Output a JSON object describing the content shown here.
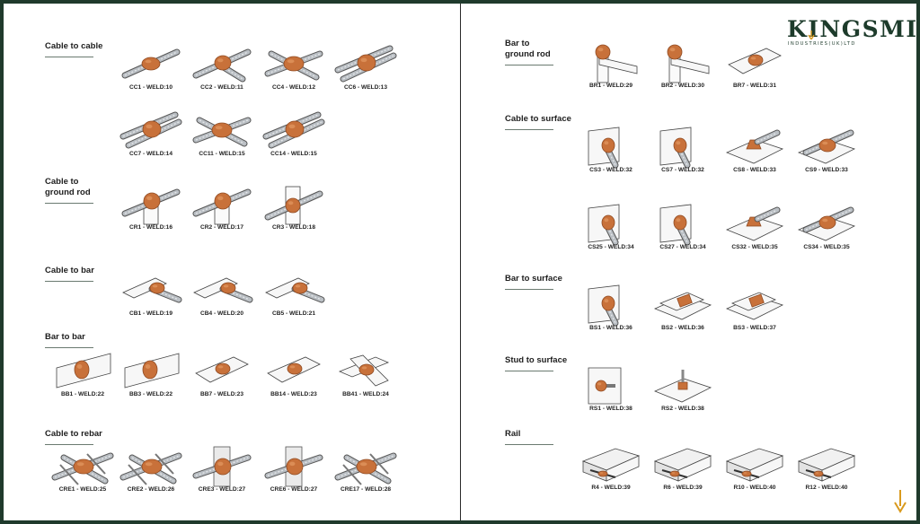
{
  "brand": {
    "name": "KINGSMILL",
    "subtitle": "INDUSTRIES(UK)LTD"
  },
  "colors": {
    "copper": "#c8713a",
    "copper_dark": "#8f4a22",
    "steel": "#b9bec3",
    "frame": "#1f3a2c"
  },
  "sections": [
    {
      "key": "cc",
      "title": "Cable to cable",
      "items": [
        {
          "type": "cable-x",
          "code": "CC1 - WELD:10"
        },
        {
          "type": "cable-t",
          "code": "CC2 - WELD:11"
        },
        {
          "type": "cable-cross",
          "code": "CC4 - WELD:12"
        },
        {
          "type": "cable-par",
          "code": "CC6 - WELD:13"
        },
        {
          "type": "cable-par",
          "code": "CC7 - WELD:14"
        },
        {
          "type": "cable-cross",
          "code": "CC11 - WELD:15"
        },
        {
          "type": "cable-par",
          "code": "CC14 - WELD:15"
        }
      ]
    },
    {
      "key": "cr",
      "title": "Cable to ground rod",
      "items": [
        {
          "type": "rod",
          "code": "CR1 - WELD:16"
        },
        {
          "type": "rod",
          "code": "CR2 - WELD:17"
        },
        {
          "type": "rod-tall",
          "code": "CR3 - WELD:18"
        }
      ]
    },
    {
      "key": "cb",
      "title": "Cable to bar",
      "items": [
        {
          "type": "bar-cable",
          "code": "CB1 - WELD:19"
        },
        {
          "type": "bar-cable",
          "code": "CB4 - WELD:20"
        },
        {
          "type": "bar-cable",
          "code": "CB5 - WELD:21"
        }
      ]
    },
    {
      "key": "bb",
      "title": "Bar to bar",
      "items": [
        {
          "type": "bar-vert",
          "code": "BB1 - WELD:22"
        },
        {
          "type": "bar-vert",
          "code": "BB3 - WELD:22"
        },
        {
          "type": "bar-flat",
          "code": "BB7 - WELD:23"
        },
        {
          "type": "bar-flat",
          "code": "BB14 - WELD:23"
        },
        {
          "type": "bar-cross",
          "code": "BB41 - WELD:24"
        }
      ]
    },
    {
      "key": "cre",
      "title": "Cable to rebar",
      "items": [
        {
          "type": "rebar",
          "code": "CRE1 - WELD:25"
        },
        {
          "type": "rebar",
          "code": "CRE2 - WELD:26"
        },
        {
          "type": "rebar-vert",
          "code": "CRE3 - WELD:27"
        },
        {
          "type": "rebar-vert",
          "code": "CRE6 - WELD:27"
        },
        {
          "type": "rebar",
          "code": "CRE17 - WELD:28"
        }
      ]
    },
    {
      "key": "br",
      "title": "Bar to ground rod",
      "items": [
        {
          "type": "rod-bar",
          "code": "BR1 - WELD:29"
        },
        {
          "type": "rod-bar",
          "code": "BR2 - WELD:30"
        },
        {
          "type": "bar-flat",
          "code": "BR7 - WELD:31"
        }
      ]
    },
    {
      "key": "cs",
      "title": "Cable to surface",
      "items": [
        {
          "type": "plate-vert",
          "code": "CS3 - WELD:32"
        },
        {
          "type": "plate-vert",
          "code": "CS7 - WELD:32"
        },
        {
          "type": "surface-cone",
          "code": "CS8 - WELD:33"
        },
        {
          "type": "surface-cable",
          "code": "CS9 - WELD:33"
        },
        {
          "type": "plate-vert",
          "code": "CS25 - WELD:34"
        },
        {
          "type": "plate-vert",
          "code": "CS27 - WELD:34"
        },
        {
          "type": "surface-cone",
          "code": "CS32 - WELD:35"
        },
        {
          "type": "surface-cable",
          "code": "CS34 - WELD:35"
        }
      ]
    },
    {
      "key": "bs",
      "title": "Bar to surface",
      "items": [
        {
          "type": "plate-vert",
          "code": "BS1 - WELD:36"
        },
        {
          "type": "surface-block",
          "code": "BS2 - WELD:36"
        },
        {
          "type": "surface-block",
          "code": "BS3 - WELD:37"
        }
      ]
    },
    {
      "key": "rs",
      "title": "Stud to surface",
      "items": [
        {
          "type": "stud-vert",
          "code": "RS1 - WELD:38"
        },
        {
          "type": "stud-flat",
          "code": "RS2 - WELD:38"
        }
      ]
    },
    {
      "key": "r",
      "title": "Rail",
      "items": [
        {
          "type": "rail",
          "code": "R4 - WELD:39"
        },
        {
          "type": "rail",
          "code": "R6 - WELD:39"
        },
        {
          "type": "rail",
          "code": "R10 - WELD:40"
        },
        {
          "type": "rail",
          "code": "R12 - WELD:40"
        }
      ]
    }
  ]
}
